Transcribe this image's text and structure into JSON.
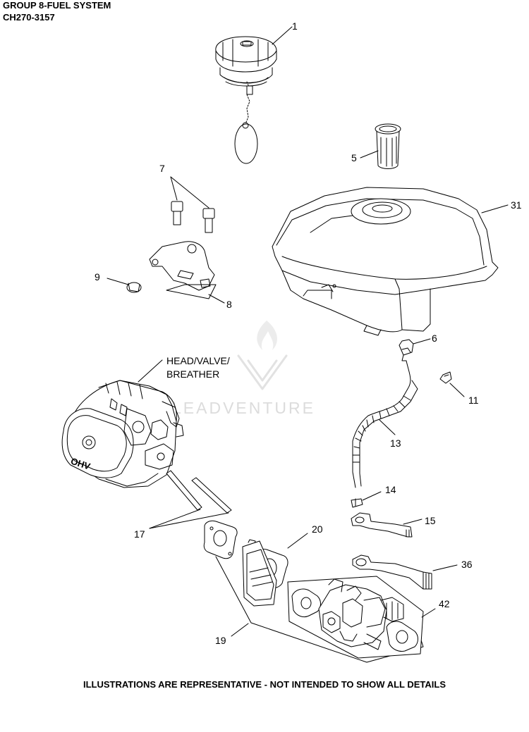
{
  "header": {
    "title": "GROUP 8-FUEL SYSTEM",
    "model": "CH270-3157"
  },
  "watermark": "LEADVENTURE",
  "callouts": {
    "c1": "1",
    "c5": "5",
    "c7": "7",
    "c31": "31",
    "c9": "9",
    "c8": "8",
    "c6": "6",
    "c11": "11",
    "c13": "13",
    "c14": "14",
    "c15": "15",
    "c17": "17",
    "c20": "20",
    "c36": "36",
    "c42": "42",
    "c19": "19"
  },
  "head_label": [
    "HEAD/VALVE/",
    "BREATHER"
  ],
  "engine_mark": "OHV",
  "footer_note": "ILLUSTRATIONS ARE REPRESENTATIVE - NOT INTENDED TO SHOW ALL DETAILS",
  "colors": {
    "line": "#000000",
    "watermark": "#dcdcdc",
    "background": "#ffffff"
  }
}
